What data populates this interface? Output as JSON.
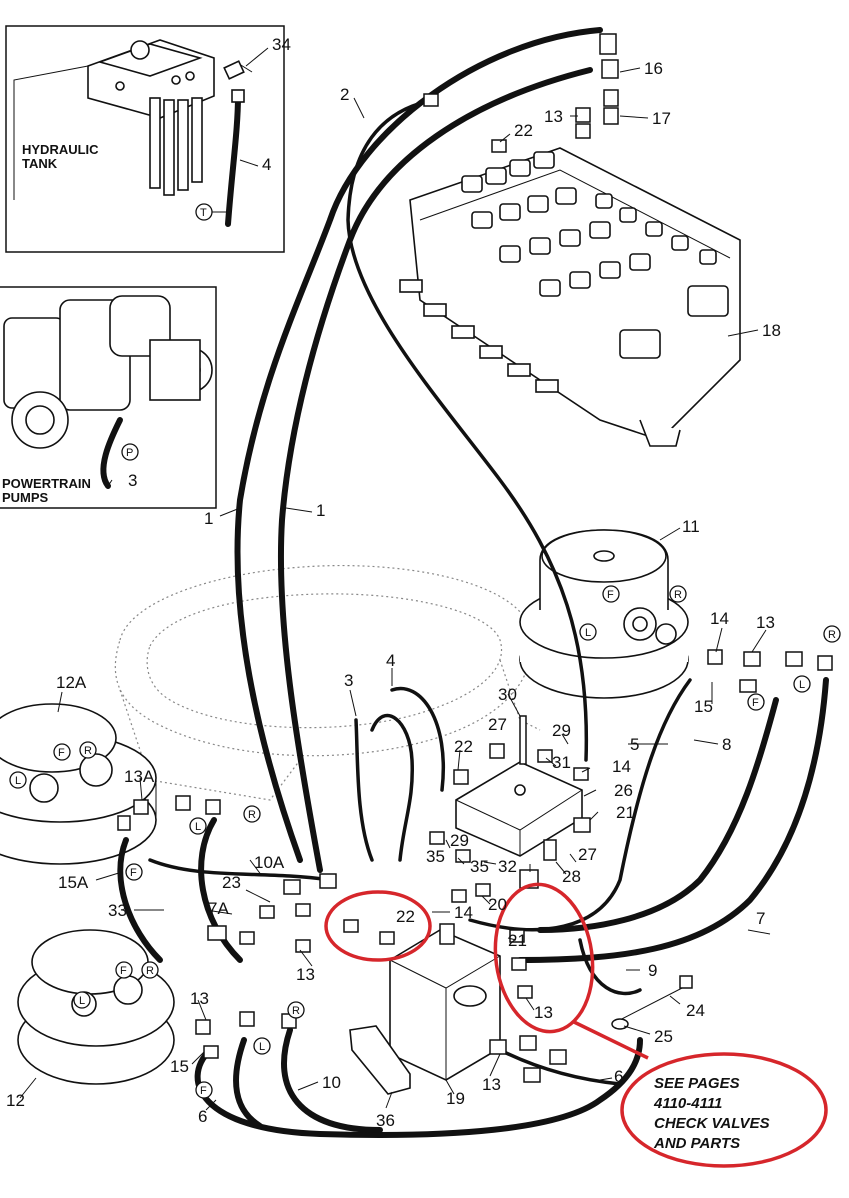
{
  "insets": {
    "tank": {
      "title_line1": "HYDRAULIC",
      "title_line2": "TANK",
      "port": "T"
    },
    "pumps": {
      "title_line1": "POWERTRAIN",
      "title_line2": "PUMPS",
      "port": "P"
    }
  },
  "ports": {
    "F": "F",
    "R": "R",
    "L": "L"
  },
  "callouts": [
    {
      "id": "c34",
      "text": "34"
    },
    {
      "id": "c16",
      "text": "16"
    },
    {
      "id": "c2",
      "text": "2"
    },
    {
      "id": "c13a",
      "text": "13"
    },
    {
      "id": "c17",
      "text": "17"
    },
    {
      "id": "c22a",
      "text": "22"
    },
    {
      "id": "c4a",
      "text": "4"
    },
    {
      "id": "c18",
      "text": "18"
    },
    {
      "id": "c3a",
      "text": "3"
    },
    {
      "id": "c1a",
      "text": "1"
    },
    {
      "id": "c1b",
      "text": "1"
    },
    {
      "id": "c11",
      "text": "11"
    },
    {
      "id": "c14a",
      "text": "14"
    },
    {
      "id": "c13b",
      "text": "13"
    },
    {
      "id": "c12a",
      "text": "12A"
    },
    {
      "id": "c3b",
      "text": "3"
    },
    {
      "id": "c4b",
      "text": "4"
    },
    {
      "id": "c30",
      "text": "30"
    },
    {
      "id": "c15a",
      "text": "15"
    },
    {
      "id": "c27a",
      "text": "27"
    },
    {
      "id": "c29a",
      "text": "29"
    },
    {
      "id": "c5",
      "text": "5"
    },
    {
      "id": "c8",
      "text": "8"
    },
    {
      "id": "c22b",
      "text": "22"
    },
    {
      "id": "c31",
      "text": "31"
    },
    {
      "id": "c14b",
      "text": "14"
    },
    {
      "id": "c13aa",
      "text": "13A"
    },
    {
      "id": "c26",
      "text": "26"
    },
    {
      "id": "c21a",
      "text": "21"
    },
    {
      "id": "c29b",
      "text": "29"
    },
    {
      "id": "c10a",
      "text": "10A"
    },
    {
      "id": "c35a",
      "text": "35"
    },
    {
      "id": "c35b",
      "text": "35"
    },
    {
      "id": "c32",
      "text": "32"
    },
    {
      "id": "c27b",
      "text": "27"
    },
    {
      "id": "c28",
      "text": "28"
    },
    {
      "id": "c15aa",
      "text": "15A"
    },
    {
      "id": "c23",
      "text": "23"
    },
    {
      "id": "c33",
      "text": "33"
    },
    {
      "id": "c7a",
      "text": "7A"
    },
    {
      "id": "c22c",
      "text": "22"
    },
    {
      "id": "c14c",
      "text": "14"
    },
    {
      "id": "c20",
      "text": "20"
    },
    {
      "id": "c7",
      "text": "7"
    },
    {
      "id": "c21b",
      "text": "21"
    },
    {
      "id": "c13c",
      "text": "13"
    },
    {
      "id": "c9",
      "text": "9"
    },
    {
      "id": "c24",
      "text": "24"
    },
    {
      "id": "c13d",
      "text": "13"
    },
    {
      "id": "c13e",
      "text": "13"
    },
    {
      "id": "c25",
      "text": "25"
    },
    {
      "id": "c12",
      "text": "12"
    },
    {
      "id": "c15b",
      "text": "15"
    },
    {
      "id": "c10",
      "text": "10"
    },
    {
      "id": "c13f",
      "text": "13"
    },
    {
      "id": "c6a",
      "text": "6"
    },
    {
      "id": "c6b",
      "text": "6"
    },
    {
      "id": "c36",
      "text": "36"
    },
    {
      "id": "c19",
      "text": "19"
    }
  ],
  "note": {
    "line1": "SEE PAGES",
    "line2": "4110-4111",
    "line3": "CHECK VALVES",
    "line4": "AND PARTS"
  },
  "colors": {
    "highlight": "#d6262b",
    "ink": "#111111"
  }
}
